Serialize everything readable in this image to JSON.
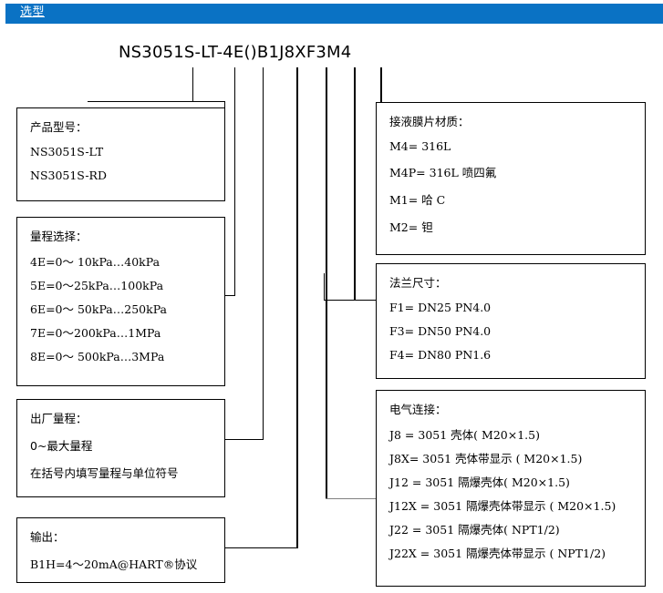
{
  "header": {
    "title": "选型",
    "bar_color": "#0a72c4"
  },
  "model_code": {
    "full": "NS3051S-LT - 4E () B1 J8X F3 M4",
    "segments": [
      {
        "key": "series",
        "text": "NS3051S-LT"
      },
      {
        "key": "dash",
        "text": "-"
      },
      {
        "key": "range",
        "text": "4E"
      },
      {
        "key": "factory_range",
        "text": "()"
      },
      {
        "key": "output",
        "text": "B1"
      },
      {
        "key": "electrical",
        "text": "J8X"
      },
      {
        "key": "flange",
        "text": "F3"
      },
      {
        "key": "material",
        "text": "M4"
      }
    ]
  },
  "boxes": {
    "product": {
      "title": "产品型号：",
      "lines": [
        "NS3051S-LT",
        "NS3051S-RD"
      ]
    },
    "range": {
      "title": "量程选择：",
      "lines": [
        "4E=0～ 10kPa…40kPa",
        "5E=0～25kPa…100kPa",
        "6E=0～ 50kPa…250kPa",
        "7E=0～200kPa…1MPa",
        "8E=0～ 500kPa…3MPa"
      ]
    },
    "factory_range": {
      "title": "出厂量程：",
      "lines": [
        "0~最大量程",
        "在括号内填写量程与单位符号"
      ]
    },
    "output": {
      "title": "输出：",
      "lines": [
        "B1H=4～20mA@HART®协议"
      ]
    },
    "material": {
      "title": "接液膜片材质：",
      "lines": [
        "M4= 316L",
        "M4P= 316L 喷四氟",
        "M1= 哈 C",
        "M2= 钽"
      ]
    },
    "flange": {
      "title": "法兰尺寸：",
      "lines": [
        "F1= DN25 PN4.0",
        "F3= DN50 PN4.0",
        "F4= DN80 PN1.6"
      ]
    },
    "electrical": {
      "title": "电气连接：",
      "lines": [
        "J8 = 3051 壳体( M20×1.5)",
        "J8X= 3051 壳体带显示 ( M20×1.5)",
        "J12 = 3051 隔爆壳体( M20×1.5)",
        "J12X = 3051 隔爆壳体带显示 ( M20×1.5)",
        "J22 = 3051 隔爆壳体( NPT1/2)",
        "J22X = 3051 隔爆壳体带显示 ( NPT1/2)"
      ]
    }
  }
}
